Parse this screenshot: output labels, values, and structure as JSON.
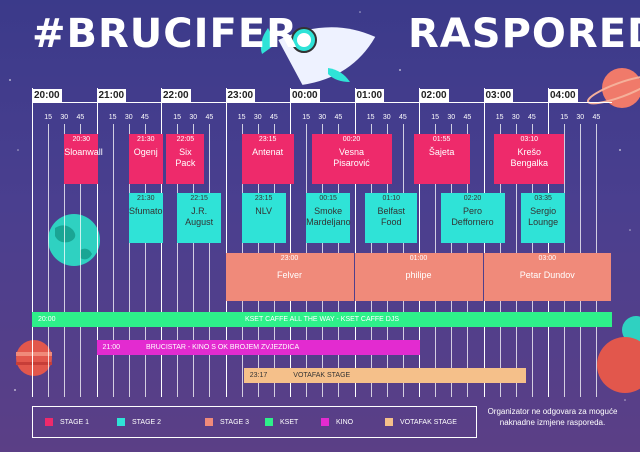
{
  "header": {
    "title_left": "#BRUCIFER",
    "title_right": "RASPORED"
  },
  "hours": [
    "20:00",
    "21:00",
    "22:00",
    "23:00",
    "00:00",
    "01:00",
    "02:00",
    "03:00",
    "04:00"
  ],
  "quarters": [
    "15",
    "30",
    "45"
  ],
  "stage1": [
    {
      "time": "20:30",
      "name": "Sloanwall"
    },
    {
      "time": "21:30",
      "name": "Ogenj"
    },
    {
      "time": "22:05",
      "name": "Six\nPack"
    },
    {
      "time": "23:15",
      "name": "Antenat"
    },
    {
      "time": "00:20",
      "name": "Vesna\nPisarović"
    },
    {
      "time": "01:55",
      "name": "Šajeta"
    },
    {
      "time": "03:10",
      "name": "Krešo\nBengalka"
    }
  ],
  "stage2": [
    {
      "time": "21:30",
      "name": "Sfumato"
    },
    {
      "time": "22:15",
      "name": "J.R.\nAugust"
    },
    {
      "time": "23:15",
      "name": "NLV"
    },
    {
      "time": "00:15",
      "name": "Smoke\nMardeljano"
    },
    {
      "time": "01:10",
      "name": "Belfast\nFood"
    },
    {
      "time": "02:20",
      "name": "Pero\nDeffornero"
    },
    {
      "time": "03:35",
      "name": "Sergio\nLounge"
    }
  ],
  "stage3": [
    {
      "time": "23:00",
      "name": "Felver"
    },
    {
      "time": "01:00",
      "name": "philipe"
    },
    {
      "time": "03:00",
      "name": "Petar Dundov"
    }
  ],
  "kset": {
    "time": "20:00",
    "name": "KSET CAFFE ALL THE WAY - KSET CAFFE DJS"
  },
  "kino": {
    "time": "21:00",
    "name": "BRUCISTAR - KINO S OK BROJEM ZVJEZDICA"
  },
  "votafak": {
    "time": "23:17",
    "name": "VOTAFAK STAGE"
  },
  "legend": [
    {
      "label": "STAGE 1",
      "color": "#ee2a6b"
    },
    {
      "label": "STAGE 2",
      "color": "#2fe3d7"
    },
    {
      "label": "STAGE 3",
      "color": "#f08a7a"
    },
    {
      "label": "KSET",
      "color": "#2ef08a"
    },
    {
      "label": "KINO",
      "color": "#e32bd0"
    },
    {
      "label": "VOTAFAK STAGE",
      "color": "#f5c08a"
    }
  ],
  "note": "Organizator ne odgovara za moguće naknadne izmjene rasporeda.",
  "colors": {
    "kset": "#2ef08a",
    "kino": "#e32bd0",
    "votafak": "#f5c08a"
  }
}
